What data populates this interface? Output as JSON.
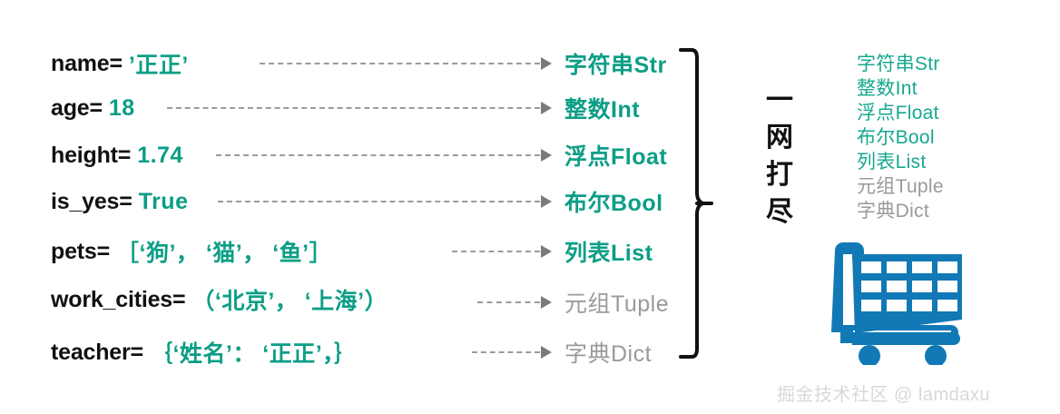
{
  "meta": {
    "accent_teal": "#0b9e86",
    "muted_gray": "#9a9a9a",
    "cart_blue": "#1179b5",
    "text_black": "#111111",
    "arrow_gray": "#9b9b9b"
  },
  "variables": [
    {
      "name": "name=",
      "value": "’正正’"
    },
    {
      "name": "age=",
      "value": "18"
    },
    {
      "name": "height=",
      "value": "1.74"
    },
    {
      "name": "is_yes=",
      "value": "True"
    },
    {
      "name": "pets=",
      "value": "［‘狗’， ‘猫’， ‘鱼’］"
    },
    {
      "name": "work_cities=",
      "value": "（‘北京’， ‘上海’）"
    },
    {
      "name": "teacher=",
      "value": "｛‘姓名’： ‘正正’，｝"
    }
  ],
  "types": [
    {
      "label": "字符串Str",
      "muted": false
    },
    {
      "label": "整数Int",
      "muted": false
    },
    {
      "label": "浮点Float",
      "muted": false
    },
    {
      "label": "布尔Bool",
      "muted": false
    },
    {
      "label": "列表List",
      "muted": false
    },
    {
      "label": "元组Tuple",
      "muted": true
    },
    {
      "label": "字典Dict",
      "muted": true
    }
  ],
  "slogan": {
    "chars": [
      "一",
      "网",
      "打",
      "尽"
    ]
  },
  "legend": {
    "items": [
      {
        "label": "字符串Str",
        "muted": false
      },
      {
        "label": "整数Int",
        "muted": false
      },
      {
        "label": "浮点Float",
        "muted": false
      },
      {
        "label": "布尔Bool",
        "muted": false
      },
      {
        "label": "列表List",
        "muted": false
      },
      {
        "label": "元组Tuple",
        "muted": true
      },
      {
        "label": "字典Dict",
        "muted": true
      }
    ]
  },
  "cart": {
    "icon": "shopping-cart-icon",
    "columns": 4,
    "rows": 3
  },
  "watermark": {
    "text": "掘金技术社区 @ lamdaxu"
  }
}
